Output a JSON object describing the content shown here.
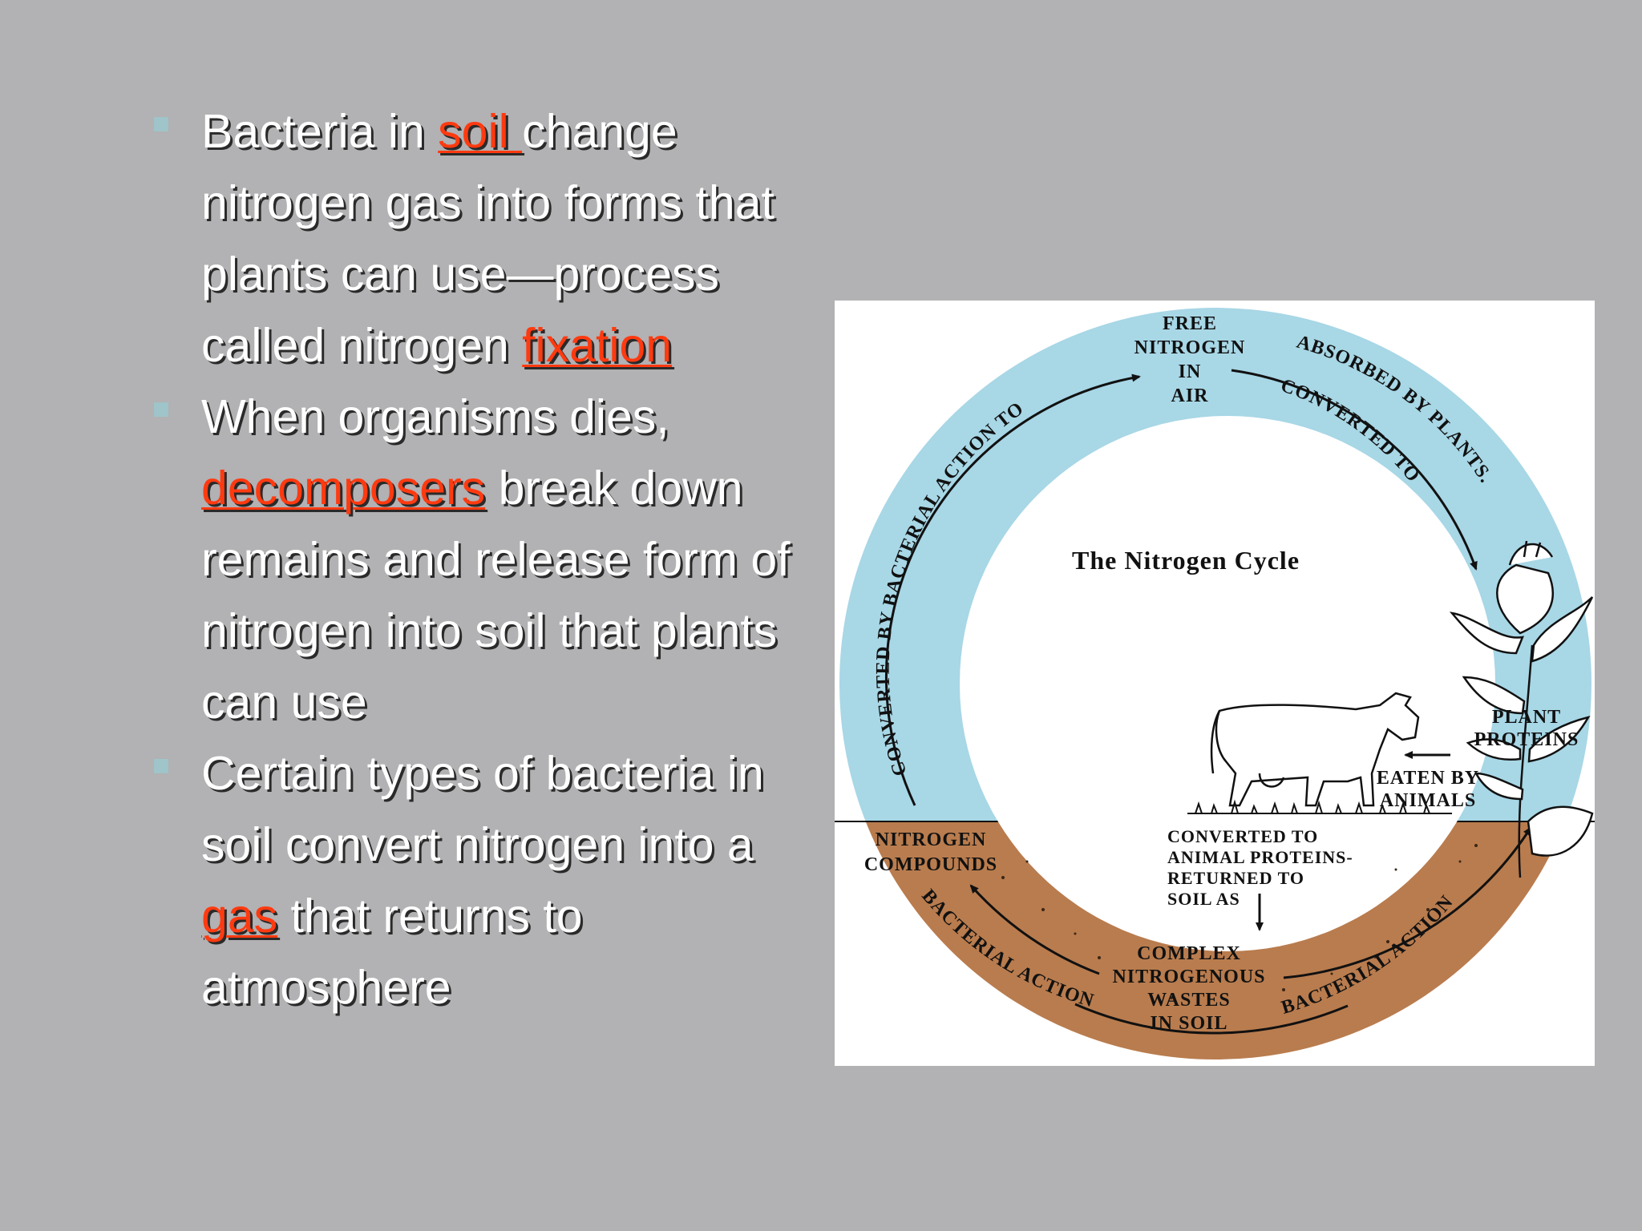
{
  "bullets": [
    {
      "segments": [
        {
          "text": "Bacteria in ",
          "hl": false
        },
        {
          "text": "soil ",
          "hl": true
        },
        {
          "text": "change nitrogen gas into forms that plants can use—process called nitrogen ",
          "hl": false
        },
        {
          "text": "fixation",
          "hl": true
        }
      ]
    },
    {
      "segments": [
        {
          "text": "When organisms dies, ",
          "hl": false
        },
        {
          "text": "decomposers",
          "hl": true
        },
        {
          "text": " break down remains and release form of nitrogen into soil that plants can use",
          "hl": false
        }
      ]
    },
    {
      "segments": [
        {
          "text": "Certain types of bacteria in soil convert nitrogen into a ",
          "hl": false
        },
        {
          "text": "gas",
          "hl": true
        },
        {
          "text": " that returns to atmosphere",
          "hl": false
        }
      ]
    }
  ],
  "diagram": {
    "title": "The Nitrogen Cycle",
    "free_nitrogen": [
      "FREE",
      "NITROGEN",
      "IN",
      "AIR"
    ],
    "arc_left": "CONVERTED BY BACTERIAL ACTION TO",
    "arc_absorbed": "ABSORBED BY PLANTS.",
    "arc_converted": "CONVERTED TO",
    "plant_proteins": [
      "PLANT",
      "PROTEINS"
    ],
    "eaten_by_animals": [
      "EATEN BY",
      "ANIMALS"
    ],
    "animal_proteins": [
      "CONVERTED TO",
      "ANIMAL PROTEINS-",
      "RETURNED TO",
      "SOIL AS"
    ],
    "complex_wastes": [
      "COMPLEX",
      "NITROGENOUS",
      "WASTES",
      "IN SOIL"
    ],
    "nitrogen_compounds": [
      "NITROGEN",
      "COMPOUNDS"
    ],
    "bacterial_action_left": "BACTERIAL ACTION",
    "bacterial_action_right": "BACTERIAL ACTION",
    "colors": {
      "sky": "#a8d7e6",
      "soil": "#b97c4e",
      "highlight": "#ff3a10"
    }
  }
}
